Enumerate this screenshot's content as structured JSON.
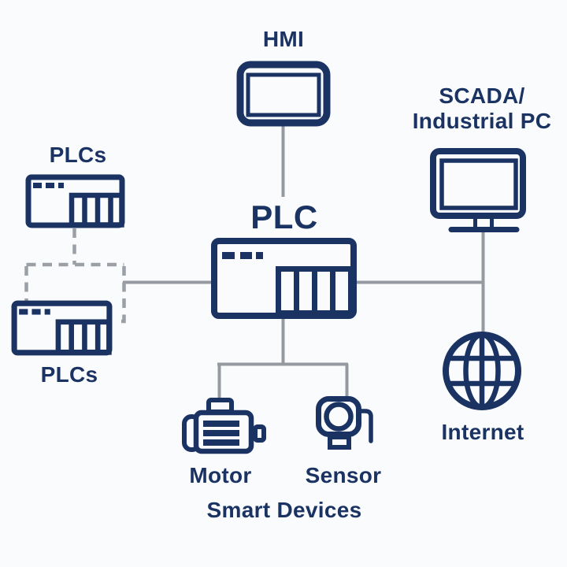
{
  "colors": {
    "navy": "#1a3363",
    "line_gray": "#949aa0",
    "dash_gray": "#9aa0a6",
    "bg": "#fafbfc"
  },
  "nodes": {
    "hmi": {
      "label": "HMI"
    },
    "scada": {
      "label_line1": "SCADA/",
      "label_line2": "Industrial PC"
    },
    "plcs_top": {
      "label": "PLCs"
    },
    "plc_main": {
      "label": "PLC"
    },
    "plcs_bottom": {
      "label": "PLCs"
    },
    "internet": {
      "label": "Internet"
    },
    "motor": {
      "label": "Motor"
    },
    "sensor": {
      "label": "Sensor"
    },
    "smart_devices_caption": "Smart Devices"
  },
  "edges": [
    {
      "from": "HMI",
      "to": "PLC",
      "style": "solid"
    },
    {
      "from": "PLC",
      "to": "SCADA/Industrial PC",
      "style": "solid"
    },
    {
      "from": "SCADA/Industrial PC",
      "to": "Internet",
      "style": "solid"
    },
    {
      "from": "PLC",
      "to": "Motor",
      "style": "solid"
    },
    {
      "from": "PLC",
      "to": "Sensor",
      "style": "solid"
    },
    {
      "from": "PLC",
      "to": "PLCs",
      "style": "dashed"
    },
    {
      "from": "PLCs",
      "to": "PLCs",
      "style": "dashed"
    }
  ]
}
